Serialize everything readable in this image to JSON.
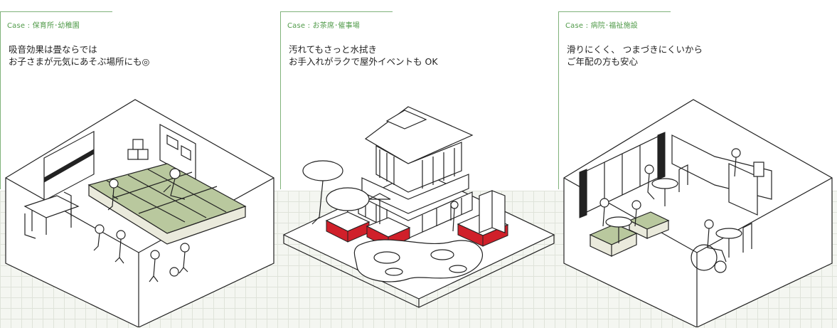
{
  "colors": {
    "accent": "#4f9a48",
    "tatami": "#b9c89e",
    "red": "#d0202a"
  },
  "cases": [
    {
      "label": "Case : 保育所･幼稚園",
      "lines": [
        "吸音効果は畳ならでは",
        "お子さまが元気にあそぶ場所にも◎"
      ]
    },
    {
      "label": "Case : お茶席･催事場",
      "lines": [
        "汚れてもさっと水拭き",
        "お手入れがラクで屋外イベントも OK"
      ]
    },
    {
      "label": "Case : 病院･福祉施設",
      "lines": [
        "滑りにくく、 つまづきにくいから",
        "ご年配の方も安心"
      ]
    }
  ]
}
